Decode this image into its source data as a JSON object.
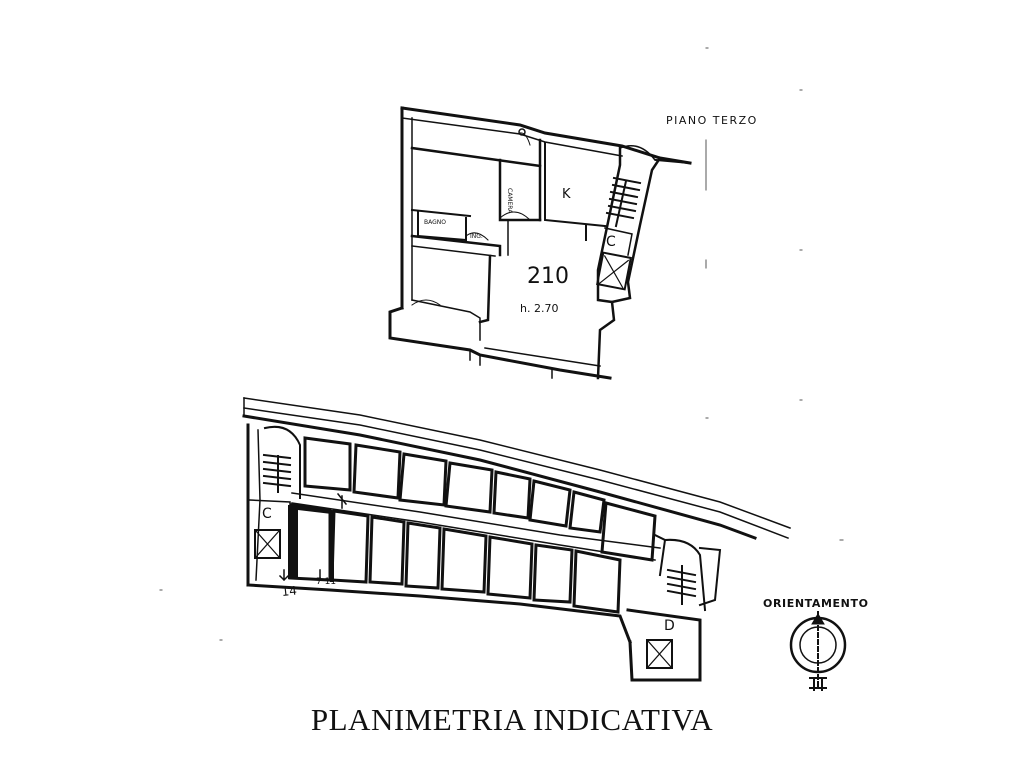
{
  "floor_label": "PIANO TERZO",
  "apartment": {
    "number": "210",
    "height": "h. 2.70",
    "rooms": {
      "kitchen": "K",
      "closet": "CAMERA",
      "bath": "BAGNO",
      "entrance": "ING."
    },
    "stair_core": "C"
  },
  "cellars": {
    "stair_core_left": "C",
    "stair_core_right": "D",
    "marked_cell": "14",
    "marked_cell_note": "7\n11"
  },
  "orientation_label": "ORIENTAMENTO",
  "caption": "PLANIMETRIA INDICATIVA"
}
